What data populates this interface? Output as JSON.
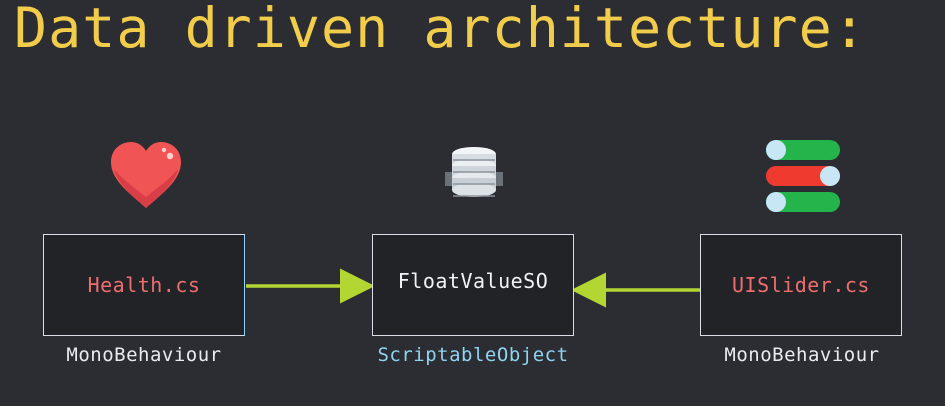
{
  "title": "Data driven architecture:",
  "nodes": [
    {
      "id": "health",
      "label": "Health.cs",
      "type": "MonoBehaviour",
      "icon": "heart-icon",
      "label_color": "#ee6e70"
    },
    {
      "id": "float",
      "label": "FloatValueSO",
      "type": "ScriptableObject",
      "icon": "database-icon",
      "label_color": "#f3f3f3"
    },
    {
      "id": "slider",
      "label": "UISlider.cs",
      "type": "MonoBehaviour",
      "icon": "sliders-icon",
      "label_color": "#ee6e70"
    }
  ],
  "edges": [
    {
      "from": "health",
      "to": "float",
      "color": "#b3d633"
    },
    {
      "from": "slider",
      "to": "float",
      "color": "#b3d633"
    }
  ],
  "colors": {
    "background": "#2b2d32",
    "title": "#f2cd4b",
    "box_border": "#d8dde6",
    "scriptable_type": "#8fd3f0",
    "arrow": "#b3d633",
    "heart": "#f05454",
    "toggle_green": "#25b34b",
    "toggle_red": "#ef3b2f",
    "toggle_knob": "#c8e7f6"
  },
  "icons": [
    "heart-icon",
    "database-icon",
    "sliders-icon"
  ]
}
